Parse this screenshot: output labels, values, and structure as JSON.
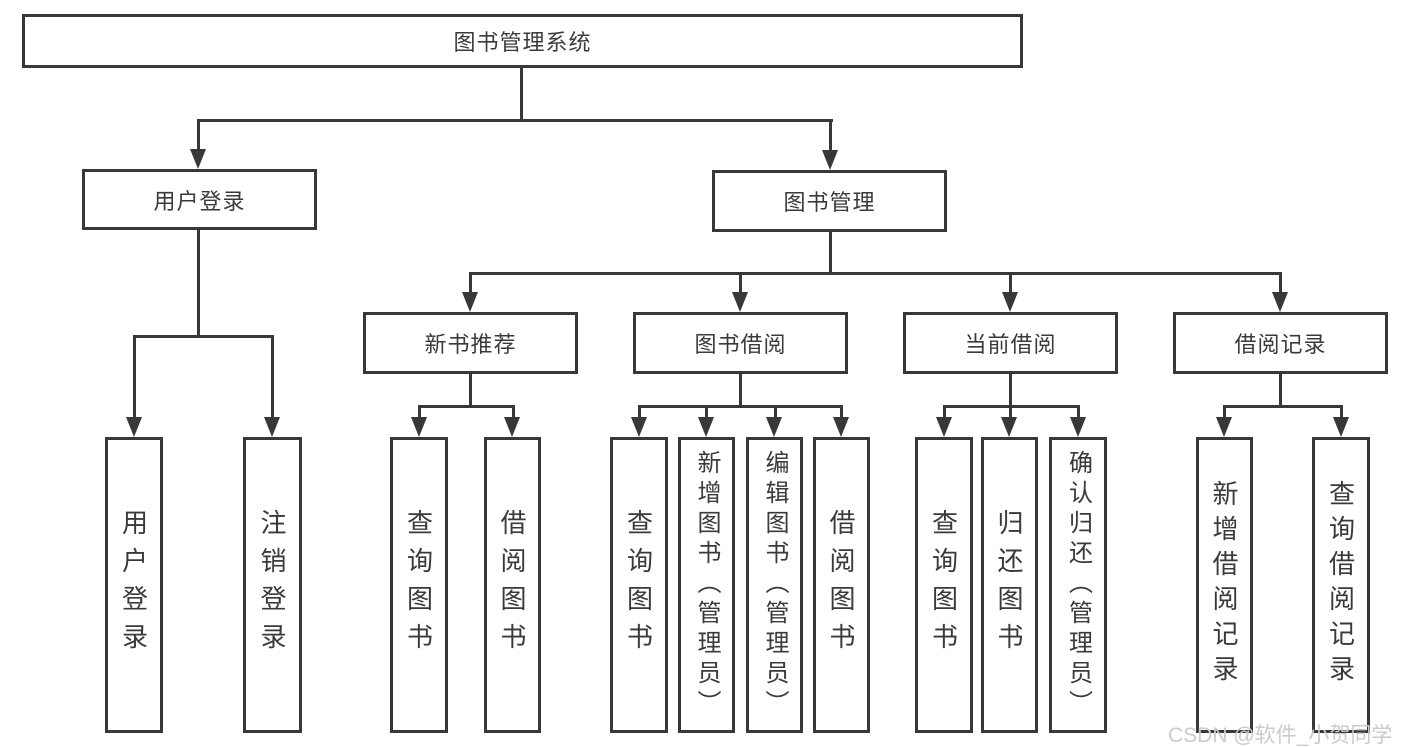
{
  "diagram": {
    "root": {
      "label": "图书管理系统"
    },
    "level2": {
      "user_login": {
        "label": "用户登录"
      },
      "book_management": {
        "label": "图书管理"
      }
    },
    "level3": {
      "new_book_recommend": {
        "label": "新书推荐"
      },
      "book_borrow": {
        "label": "图书借阅"
      },
      "current_borrow": {
        "label": "当前借阅"
      },
      "borrow_records": {
        "label": "借阅记录"
      }
    },
    "leaves": {
      "user_login": {
        "label": "用户登录"
      },
      "logout": {
        "label": "注销登录"
      },
      "query_books_1": {
        "label": "查询图书"
      },
      "borrow_books_1": {
        "label": "借阅图书"
      },
      "query_books_2": {
        "label": "查询图书"
      },
      "add_books_admin": {
        "label": "新增图书（管理员）"
      },
      "edit_books_admin": {
        "label": "编辑图书（管理员）"
      },
      "borrow_books_2": {
        "label": "借阅图书"
      },
      "query_books_3": {
        "label": "查询图书"
      },
      "return_books": {
        "label": "归还图书"
      },
      "confirm_return_admin": {
        "label": "确认归还（管理员）"
      },
      "add_borrow_record": {
        "label": "新增借阅记录"
      },
      "query_borrow_record": {
        "label": "查询借阅记录"
      }
    }
  },
  "watermark": {
    "text": "CSDN @软件_小贺同学"
  },
  "colors": {
    "line": "#383838",
    "text": "#3a3a3a",
    "background": "#ffffff",
    "watermark": "#cbcbcb"
  }
}
